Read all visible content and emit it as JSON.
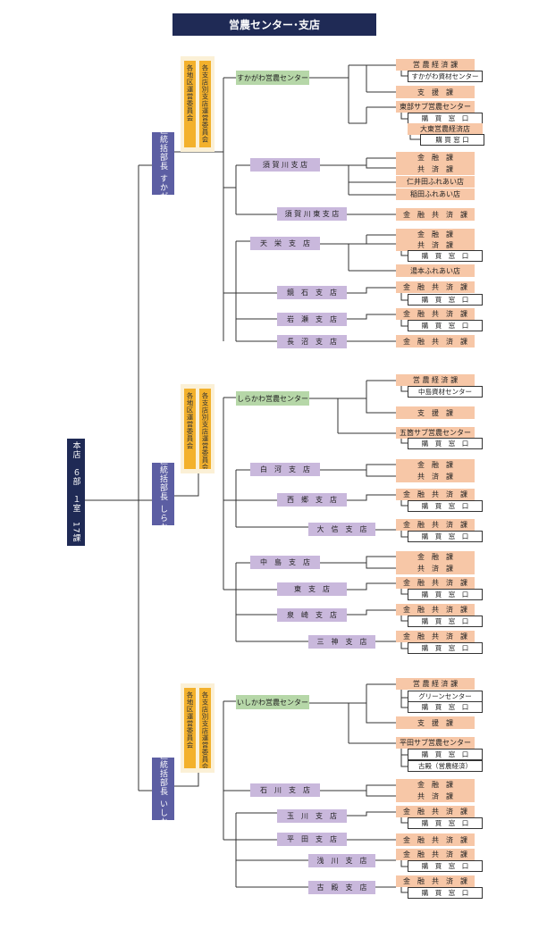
{
  "title": "営農センター･支店",
  "headquarters": "本店　６部　１室　17課",
  "colors": {
    "navy": "#1f2a55",
    "chief": "#5c5ea3",
    "committee": "#f3b12c",
    "committee_bg": "#fbf0d6",
    "center": "#b6d7a8",
    "branch": "#c9b8dc",
    "dept": "#f7c7a7",
    "line": "#333333"
  },
  "regions": [
    {
      "chief": "地区統括部長 すかがわ",
      "committee_a": "各地区運営委員会",
      "committee_b": "各支店別支店運営委員会"
    },
    {
      "chief": "地区統括部長 しらかわ",
      "committee_a": "各地区運営委員会",
      "committee_b": "各支店別支店運営委員会"
    },
    {
      "chief": "地区統括部長 いしかわ",
      "committee_a": "各地区運営委員会",
      "committee_b": "各支店別支店運営委員会"
    }
  ],
  "units": [
    {
      "label": "すかがわ営農センター",
      "kind": "center",
      "children": [
        {
          "label": "営 農 経 済 課",
          "sub": [
            "すかがわ資材センター"
          ]
        },
        {
          "label": "支　援　課"
        },
        {
          "label": "東部サブ営農センター",
          "sub": [
            "購　買　窓　口"
          ]
        },
        {
          "label": "大東営農経済店",
          "sub": [
            "購 買 窓 口"
          ]
        }
      ]
    },
    {
      "label": "須 賀 川 支 店",
      "kind": "branch",
      "children": [
        {
          "label": "金　融　課"
        },
        {
          "label": "共　済　課"
        },
        {
          "label": "仁井田ふれあい店"
        },
        {
          "label": "稲田ふれあい店"
        }
      ]
    },
    {
      "label": "須 賀 川 東 支 店",
      "kind": "branch",
      "children": [
        {
          "label": "金　融　共　済　課"
        }
      ]
    },
    {
      "label": "天　栄　支　店",
      "kind": "branch",
      "children": [
        {
          "label": "金　融　課"
        },
        {
          "label": "共　済　課",
          "sub": [
            "購　買　窓　口"
          ]
        },
        {
          "label": "湯本ふれあい店"
        }
      ]
    },
    {
      "label": "鏡　石　支　店",
      "kind": "branch",
      "children": [
        {
          "label": "金　融　共　済　課",
          "sub": [
            "購　買　窓　口"
          ]
        }
      ]
    },
    {
      "label": "岩　瀬　支　店",
      "kind": "branch",
      "children": [
        {
          "label": "金　融　共　済　課",
          "sub": [
            "購　買　窓　口"
          ]
        }
      ]
    },
    {
      "label": "長　沼　支　店",
      "kind": "branch",
      "children": [
        {
          "label": "金　融　共　済　課"
        }
      ]
    },
    {
      "label": "しらかわ営農センター",
      "kind": "center",
      "children": [
        {
          "label": "営 農 経 済 課",
          "sub": [
            "中島資材センター"
          ]
        },
        {
          "label": "支　援　課"
        },
        {
          "label": "五箇サブ営農センター",
          "sub": [
            "購　買　窓　口"
          ]
        }
      ]
    },
    {
      "label": "白　河　支　店",
      "kind": "branch",
      "children": [
        {
          "label": "金　融　課"
        },
        {
          "label": "共　済　課"
        }
      ]
    },
    {
      "label": "西　郷　支　店",
      "kind": "branch",
      "children": [
        {
          "label": "金　融　共　済　課",
          "sub": [
            "購　買　窓　口"
          ]
        }
      ]
    },
    {
      "label": "大　信　支　店",
      "kind": "branch",
      "children": [
        {
          "label": "金　融　共　済　課",
          "sub": [
            "購　買　窓　口"
          ]
        }
      ]
    },
    {
      "label": "中　島　支　店",
      "kind": "branch",
      "children": [
        {
          "label": "金　融　課"
        },
        {
          "label": "共　済　課"
        }
      ]
    },
    {
      "label": "東　支　店",
      "kind": "branch",
      "children": [
        {
          "label": "金　融　共　済　課",
          "sub": [
            "購　買　窓　口"
          ]
        }
      ]
    },
    {
      "label": "泉　崎　支　店",
      "kind": "branch",
      "children": [
        {
          "label": "金　融　共　済　課",
          "sub": [
            "購　買　窓　口"
          ]
        }
      ]
    },
    {
      "label": "三　神　支　店",
      "kind": "branch",
      "children": [
        {
          "label": "金　融　共　済　課",
          "sub": [
            "購　買　窓　口"
          ]
        }
      ]
    },
    {
      "label": "いしかわ営農センター",
      "kind": "center",
      "children": [
        {
          "label": "営 農 経 済 課",
          "sub": [
            "グリーンセンター",
            "購　買　窓　口"
          ]
        },
        {
          "label": "支　援　課"
        },
        {
          "label": "平田サブ営農センター",
          "sub": [
            "購　買　窓　口",
            "古殿（営農経済）"
          ]
        }
      ]
    },
    {
      "label": "石　川　支　店",
      "kind": "branch",
      "children": [
        {
          "label": "金　融　課"
        },
        {
          "label": "共　済　課"
        }
      ]
    },
    {
      "label": "玉　川　支　店",
      "kind": "branch",
      "children": [
        {
          "label": "金　融　共　済　課",
          "sub": [
            "購　買　窓　口"
          ]
        }
      ]
    },
    {
      "label": "平　田　支　店",
      "kind": "branch",
      "children": [
        {
          "label": "金　融　共　済　課"
        }
      ]
    },
    {
      "label": "浅　川　支　店",
      "kind": "branch",
      "children": [
        {
          "label": "金　融　共　済　課",
          "sub": [
            "購　買　窓　口"
          ]
        }
      ]
    },
    {
      "label": "古　殿　支　店",
      "kind": "branch",
      "children": [
        {
          "label": "金　融　共　済　課",
          "sub": [
            "購　買　窓　口"
          ]
        }
      ]
    }
  ]
}
